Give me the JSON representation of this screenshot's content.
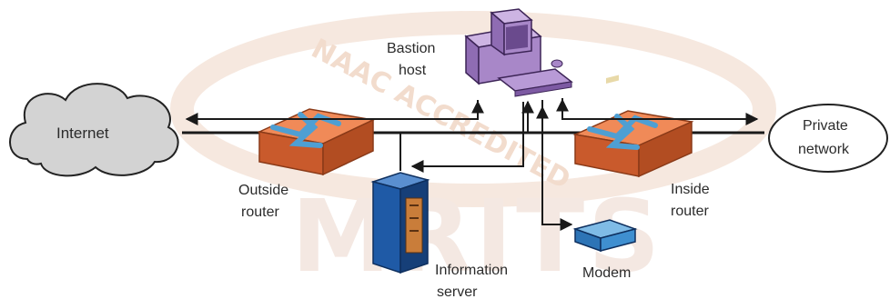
{
  "watermark": {
    "seal_text": "NAAC ACCREDITED",
    "brand_text": "MRITS",
    "colors": {
      "seal": "#e9c0a6",
      "brand": "#ecd6cb"
    }
  },
  "nodes": {
    "internet": {
      "label": "Internet",
      "icon": "cloud-icon"
    },
    "outside_router": {
      "label_lines": [
        "Outside",
        "router"
      ],
      "icon": "router-icon"
    },
    "bastion_host": {
      "label_lines": [
        "Bastion",
        "host"
      ],
      "icon": "computer-icon"
    },
    "information_server": {
      "label_lines": [
        "Information",
        "server"
      ],
      "icon": "server-tower-icon"
    },
    "modem": {
      "label": "Modem",
      "icon": "modem-icon"
    },
    "inside_router": {
      "label_lines": [
        "Inside",
        "router"
      ],
      "icon": "router-icon"
    },
    "private_network": {
      "label_lines": [
        "Private",
        "network"
      ],
      "icon": "ellipse-icon"
    }
  },
  "colors": {
    "router_top": "#f08a58",
    "router_side": "#c95a2c",
    "router_arrow": "#4e9fd3",
    "cloud": "#d3d3d3",
    "computer": "#a887c8",
    "server": "#1f5aa6",
    "modem": "#3f8fd0",
    "line": "#1a1a1a"
  }
}
